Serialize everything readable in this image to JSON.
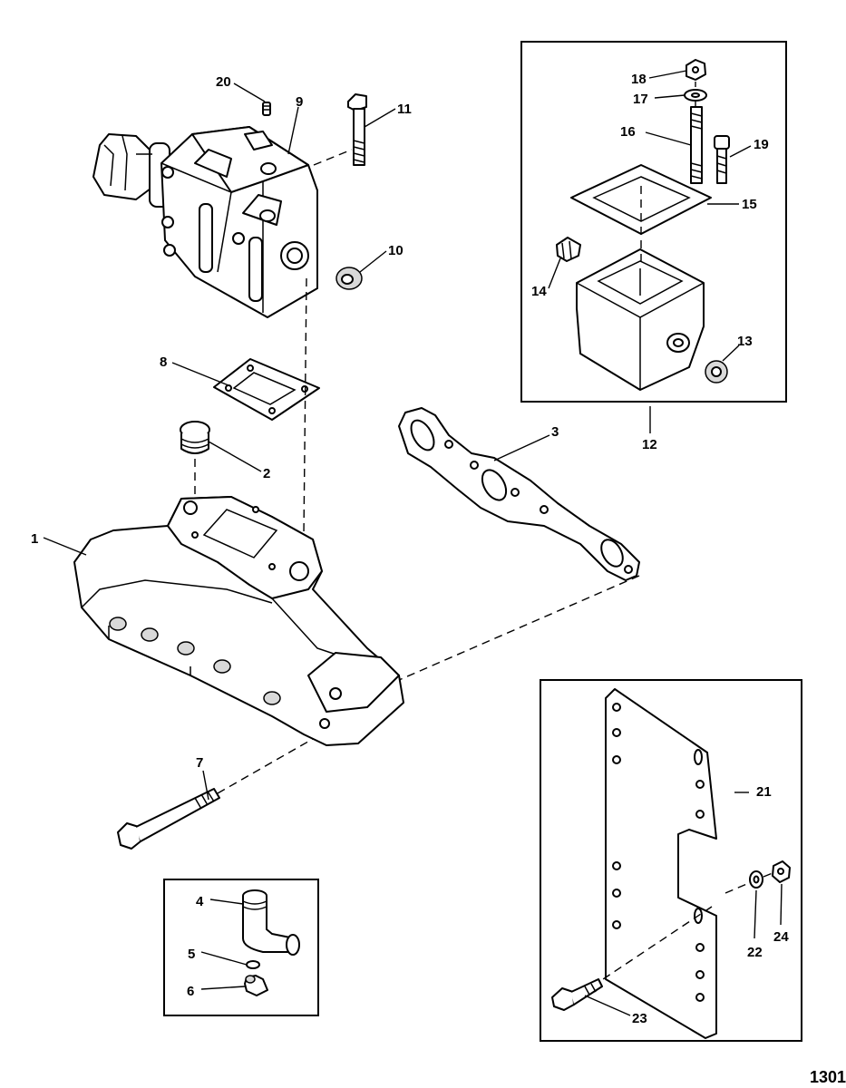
{
  "figure_number": "1301",
  "callouts": [
    "1",
    "2",
    "3",
    "4",
    "5",
    "6",
    "7",
    "8",
    "9",
    "10",
    "11",
    "12",
    "13",
    "14",
    "15",
    "16",
    "17",
    "18",
    "19",
    "20",
    "21",
    "22",
    "23",
    "24"
  ],
  "icons": {
    "exhaust_manifold": "exhaust-manifold-icon",
    "riser": "exhaust-riser-icon",
    "gasket": "gasket-icon",
    "bolt": "bolt-icon",
    "plug": "pipe-plug-icon",
    "fitting": "elbow-fitting-icon",
    "plate": "mounting-plate-icon"
  }
}
